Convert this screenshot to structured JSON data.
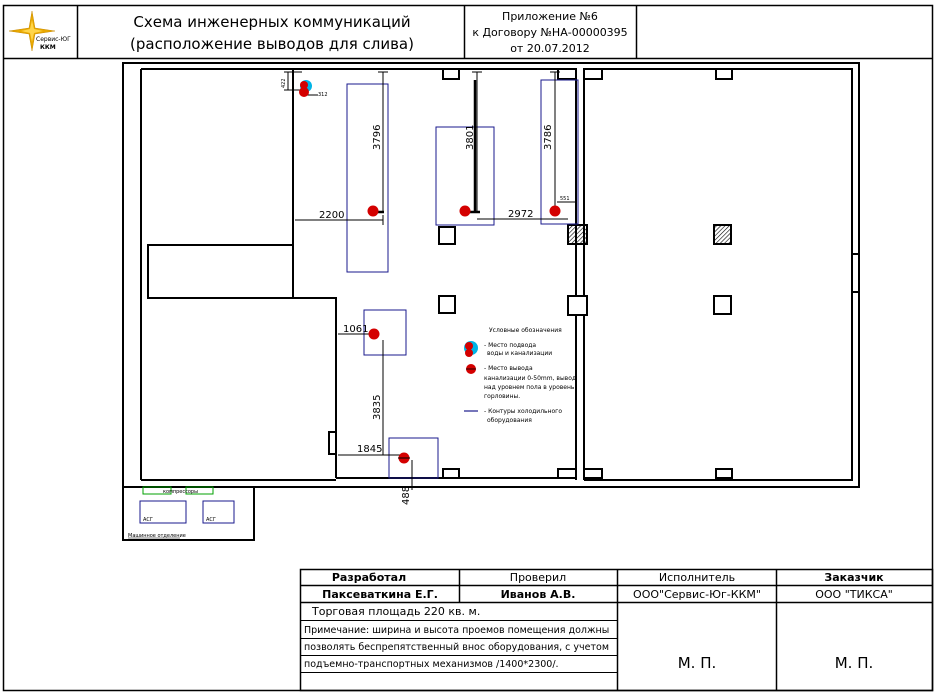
{
  "header": {
    "logo_line1": "Сервис-ЮГ",
    "logo_line2": "ККМ",
    "title_line1": "Схема инженерных коммуникаций",
    "title_line2": "(расположение выводов для слива)",
    "appendix_line1": "Приложение №6",
    "appendix_line2": "к Договору №НА-00000395",
    "appendix_line3": "от 20.07.2012"
  },
  "plan": {
    "dimensions": {
      "d422": "422",
      "d312": "312",
      "d3796": "3796",
      "d3801": "3801",
      "d3786": "3786",
      "d2200": "2200",
      "d2972": "2972",
      "d551": "551",
      "d1061": "1061",
      "d3835": "3835",
      "d1845": "1845",
      "d488": "488"
    },
    "small_labels": {
      "compressor": "компрессоры",
      "unit_left": "АСГ",
      "unit_right": "АСГ",
      "bottom_note": "Машинное отделение"
    },
    "legend": {
      "title": "Условные обозначения",
      "item1_line1": "- Место подвода",
      "item1_line2": "воды и канализации",
      "item2_line1": "- Место вывода",
      "item2_line2": "канализации 0-50mm, вывод",
      "item2_line3": "над уровнем пола в уровень",
      "item2_line4": "горловины.",
      "item3_line1": "- Контуры холодильного",
      "item3_line2": "оборудования"
    }
  },
  "table": {
    "developed_label": "Разработал",
    "developed_name": "Паксеваткина Е.Г.",
    "checked_label": "Проверил",
    "checked_name": "Иванов А.В.",
    "executor_label": "Исполнитель",
    "executor_name": "ООО\"Сервис-Юг-ККМ\"",
    "customer_label": "Заказчик",
    "customer_name": "ООО \"ТИКСА\"",
    "area": "Торговая площадь 220 кв. м.",
    "note_line1": "Примечание: ширина и высота проемов помещения должны",
    "note_line2": "позволять беспрепятственный внос оборудования, с учетом",
    "note_line3": "подъемно-транспортных механизмов /1400*2300/.",
    "stamp_left": "М. П.",
    "stamp_right": "М. П."
  },
  "colors": {
    "ink": "#000000",
    "outlet_red": "#d40000",
    "supply_cyan": "#00b4e6",
    "equipment_blue": "#1a1a8c",
    "compressor_green": "#00a000",
    "hatch": "#000000",
    "logo_gold": "#e8a800",
    "logo_blue": "#1f3a93"
  }
}
